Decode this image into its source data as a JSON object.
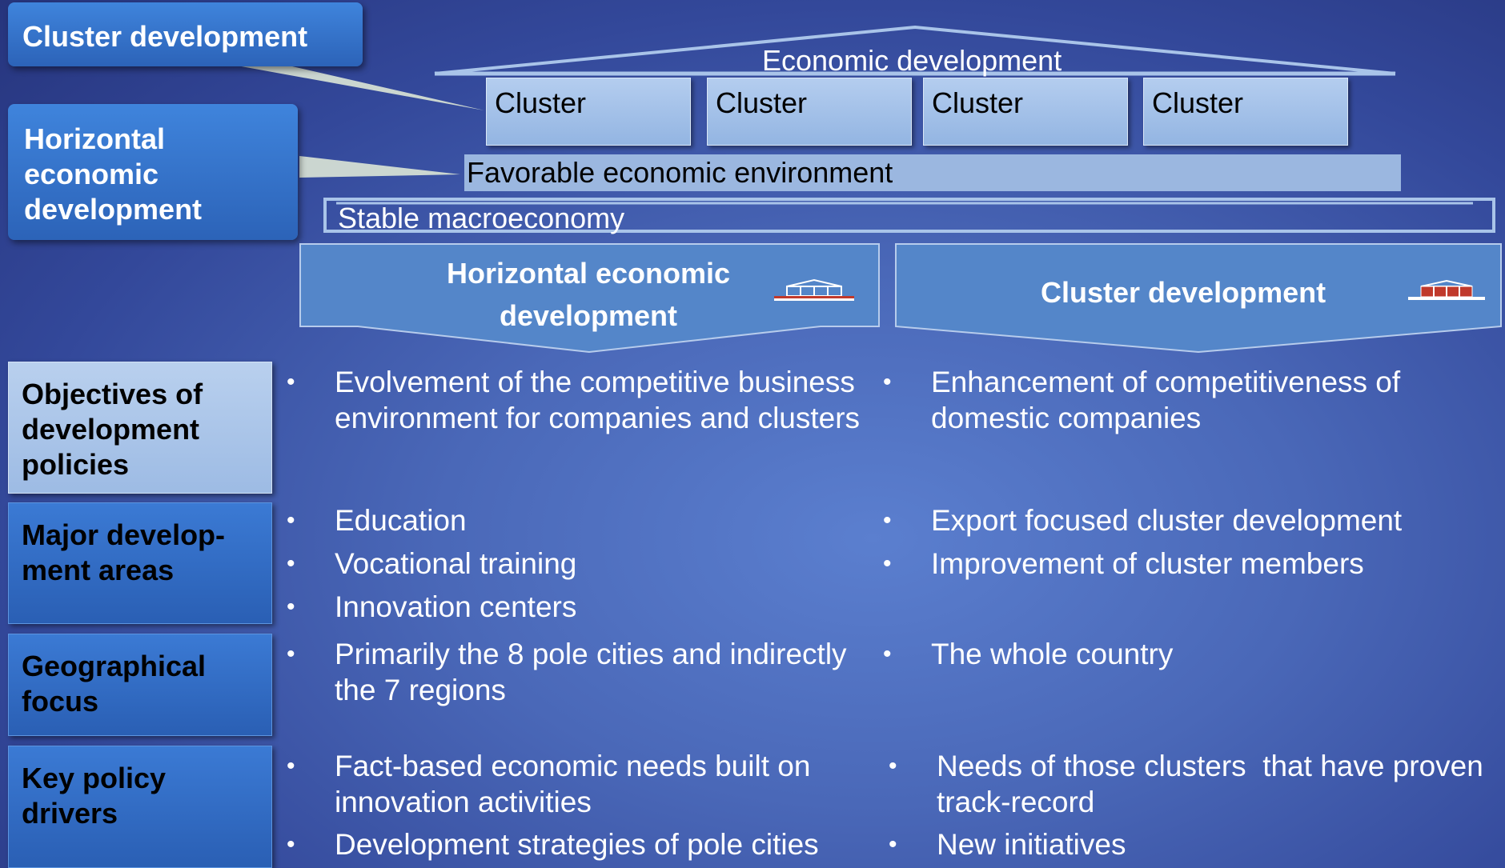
{
  "callouts": {
    "cluster_development": "Cluster development",
    "horizontal_line1": "Horizontal",
    "horizontal_line2": "economic",
    "horizontal_line3": "development"
  },
  "house": {
    "roof_label": "Economic development",
    "clusters": [
      "Cluster",
      "Cluster",
      "Cluster",
      "Cluster"
    ],
    "favorable": "Favorable economic environment",
    "stable": "Stable macroeconomy"
  },
  "headers": {
    "left_line1": "Horizontal economic",
    "left_line2": "development",
    "right": "Cluster development"
  },
  "rows": {
    "objectives": {
      "line1": "Objectives of",
      "line2": "development",
      "line3": "policies"
    },
    "major": {
      "line1": "Major develop-",
      "line2": "ment areas"
    },
    "geo": {
      "line1": "Geographical",
      "line2": "focus"
    },
    "key": {
      "line1": "Key policy",
      "line2": "drivers"
    }
  },
  "left_col": {
    "objectives": [
      "Evolvement of the competitive business",
      "environment for companies and clusters"
    ],
    "major": [
      "Education",
      "Vocational training",
      "Innovation centers"
    ],
    "geo": [
      "Primarily the 8 pole cities and indirectly",
      "the 7 regions"
    ],
    "key1": [
      "Fact-based economic needs built on",
      "innovation activities"
    ],
    "key2": "Development strategies of pole cities"
  },
  "right_col": {
    "objectives": [
      "Enhancement of competitiveness of",
      "domestic companies"
    ],
    "major": [
      "Export focused cluster development",
      "Improvement of cluster members"
    ],
    "geo": "The whole country",
    "key1": [
      "Needs of those clusters  that have proven",
      "track-record"
    ],
    "key2": "New initiatives"
  },
  "bullet_char": "•",
  "icons": [
    "house-outline-icon",
    "house-red-icon"
  ],
  "colors": {
    "background": "#3f5cb0",
    "accent": "#2c63b8",
    "light": "#a9c4e9",
    "icon_red": "#c0392b"
  }
}
